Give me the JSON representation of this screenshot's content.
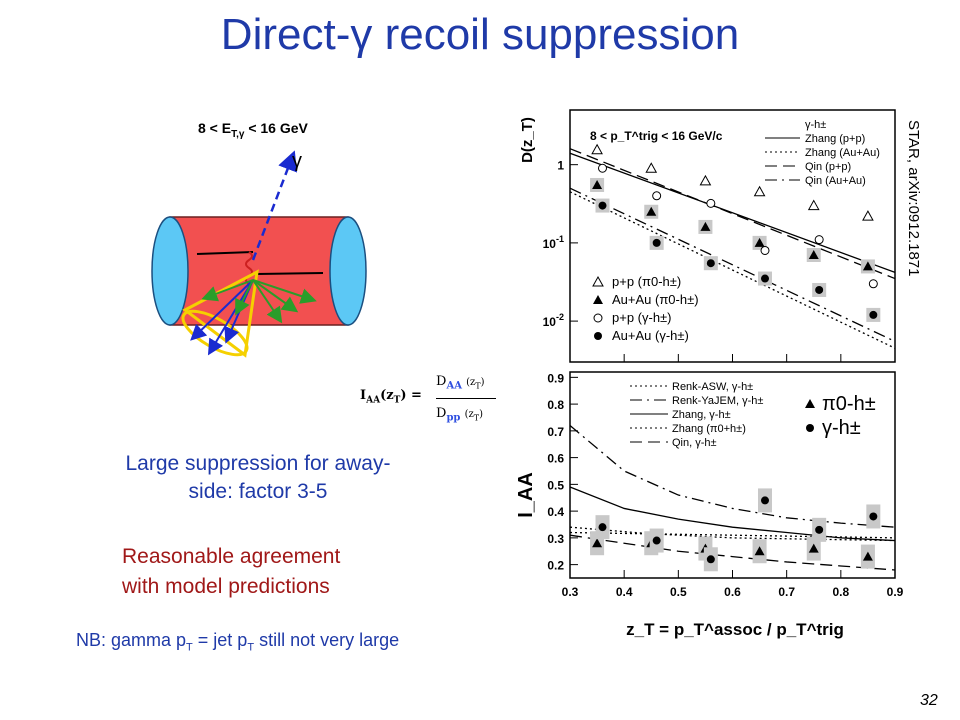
{
  "title": "Direct-γ recoil suppression",
  "energy_label": {
    "pre": "8 < E",
    "sub": "T,γ",
    "post": " < 16 GeV"
  },
  "gamma_symbol": "γ",
  "credit": "STAR, arXiv:0912.1871",
  "text_large_suppression": "Large suppression for away-side: factor 3-5",
  "text_agreement_line1": "Reasonable agreement",
  "text_agreement_line2": "with model predictions",
  "text_nb": {
    "part1": "NB: gamma p",
    "sub1": "T",
    "part2": " = jet p",
    "sub2": "T",
    "part3": " still not very large"
  },
  "page_number": "32",
  "formula": {
    "lhs": "I",
    "lhs_sub": "AA",
    "lhs_arg": "(z",
    "lhs_arg_sub": "T",
    "lhs_close": ") =",
    "num": "D",
    "num_sub": "AA",
    "num_arg": "(z",
    "num_arg_sub": "T",
    "num_close": ")",
    "den": "D",
    "den_sub": "pp",
    "den_arg": "(z",
    "den_arg_sub": "T",
    "den_close": ")"
  },
  "colors": {
    "title": "#1f3aa8",
    "agreement": "#a01818",
    "cylinder": "#f25050",
    "cylinder_end": "#5cc8f5",
    "cone": "#f5d000",
    "gluon": "#2a9d2a",
    "photon_line": "#1a2bd0"
  },
  "chart_data": [
    {
      "type": "scatter",
      "ylabel": "D(z_T)",
      "y_scale": "log",
      "ylim": [
        0.003,
        5
      ],
      "xlim": [
        0.3,
        0.9
      ],
      "y_ticks": [
        "1",
        "10^-1",
        "10^-2"
      ],
      "annotation": "8 < p_T^trig < 16 GeV/c",
      "legend_top_right": [
        "γ-h±",
        "Zhang (p+p)",
        "Zhang (Au+Au)",
        "Qin (p+p)",
        "Qin (Au+Au)"
      ],
      "legend_bottom_left": [
        "p+p (π0-h±)",
        "Au+Au (π0-h±)",
        "p+p (γ-h±)",
        "Au+Au (γ-h±)"
      ],
      "series": [
        {
          "name": "p+p (π0-h±)",
          "x": [
            0.35,
            0.45,
            0.55,
            0.65,
            0.75,
            0.85
          ],
          "values": [
            1.55,
            0.9,
            0.62,
            0.45,
            0.3,
            0.22
          ]
        },
        {
          "name": "Au+Au (π0-h±)",
          "x": [
            0.35,
            0.45,
            0.55,
            0.65,
            0.75,
            0.85
          ],
          "values": [
            0.55,
            0.25,
            0.16,
            0.1,
            0.07,
            0.05
          ]
        },
        {
          "name": "p+p (γ-h±)",
          "x": [
            0.36,
            0.46,
            0.56,
            0.66,
            0.76,
            0.86
          ],
          "values": [
            0.9,
            0.4,
            0.32,
            0.08,
            0.11,
            0.03
          ]
        },
        {
          "name": "Au+Au (γ-h±)",
          "x": [
            0.36,
            0.46,
            0.56,
            0.66,
            0.76,
            0.86
          ],
          "values": [
            0.3,
            0.1,
            0.055,
            0.035,
            0.025,
            0.012
          ]
        }
      ],
      "curves": [
        {
          "name": "Zhang (p+p)",
          "style": "solid",
          "x": [
            0.3,
            0.9
          ],
          "values": [
            1.4,
            0.042
          ]
        },
        {
          "name": "Zhang (Au+Au)",
          "style": "dotted",
          "x": [
            0.3,
            0.9
          ],
          "values": [
            0.45,
            0.0045
          ]
        },
        {
          "name": "Qin (p+p)",
          "style": "dashed",
          "x": [
            0.3,
            0.9
          ],
          "values": [
            1.6,
            0.035
          ]
        },
        {
          "name": "Qin (Au+Au)",
          "style": "dashdot",
          "x": [
            0.3,
            0.9
          ],
          "values": [
            0.5,
            0.0055
          ]
        }
      ]
    },
    {
      "type": "scatter",
      "xlabel": "z_T = p_T^assoc / p_T^trig",
      "ylabel": "I_AA",
      "xlim": [
        0.3,
        0.9
      ],
      "ylim": [
        0.15,
        0.92
      ],
      "x_ticks": [
        "0.3",
        "0.4",
        "0.5",
        "0.6",
        "0.7",
        "0.8",
        "0.9"
      ],
      "y_ticks": [
        "0.2",
        "0.3",
        "0.4",
        "0.5",
        "0.6",
        "0.7",
        "0.8",
        "0.9"
      ],
      "legend": [
        "Renk-ASW, γ-h±",
        "Renk-YaJEM, γ-h±",
        "Zhang, γ-h±",
        "Zhang (π0+h±)",
        "Qin, γ-h±"
      ],
      "marker_legend": [
        "π0-h±",
        "γ-h±"
      ],
      "series": [
        {
          "name": "π0-h±",
          "x": [
            0.35,
            0.45,
            0.55,
            0.65,
            0.75,
            0.85
          ],
          "values": [
            0.28,
            0.28,
            0.26,
            0.25,
            0.26,
            0.23
          ]
        },
        {
          "name": "γ-h±",
          "x": [
            0.36,
            0.46,
            0.56,
            0.66,
            0.76,
            0.86
          ],
          "values": [
            0.34,
            0.29,
            0.22,
            0.44,
            0.33,
            0.38
          ]
        }
      ],
      "curves": [
        {
          "name": "Renk-ASW, γ-h±",
          "style": "dotted",
          "x": [
            0.3,
            0.45,
            0.6,
            0.75,
            0.9
          ],
          "values": [
            0.34,
            0.315,
            0.3,
            0.295,
            0.29
          ]
        },
        {
          "name": "Renk-YaJEM, γ-h±",
          "style": "dashdot",
          "x": [
            0.3,
            0.4,
            0.5,
            0.6,
            0.7,
            0.8,
            0.9
          ],
          "values": [
            0.72,
            0.55,
            0.46,
            0.41,
            0.375,
            0.355,
            0.34
          ]
        },
        {
          "name": "Zhang, γ-h±",
          "style": "solid",
          "x": [
            0.3,
            0.4,
            0.5,
            0.6,
            0.7,
            0.8,
            0.9
          ],
          "values": [
            0.49,
            0.41,
            0.37,
            0.34,
            0.32,
            0.3,
            0.29
          ]
        },
        {
          "name": "Zhang (π0+h±)",
          "style": "dotted",
          "x": [
            0.3,
            0.9
          ],
          "values": [
            0.32,
            0.3
          ]
        },
        {
          "name": "Qin, γ-h±",
          "style": "dashed",
          "x": [
            0.3,
            0.4,
            0.5,
            0.6,
            0.7,
            0.8,
            0.9
          ],
          "values": [
            0.31,
            0.28,
            0.25,
            0.23,
            0.21,
            0.195,
            0.18
          ]
        }
      ]
    }
  ]
}
